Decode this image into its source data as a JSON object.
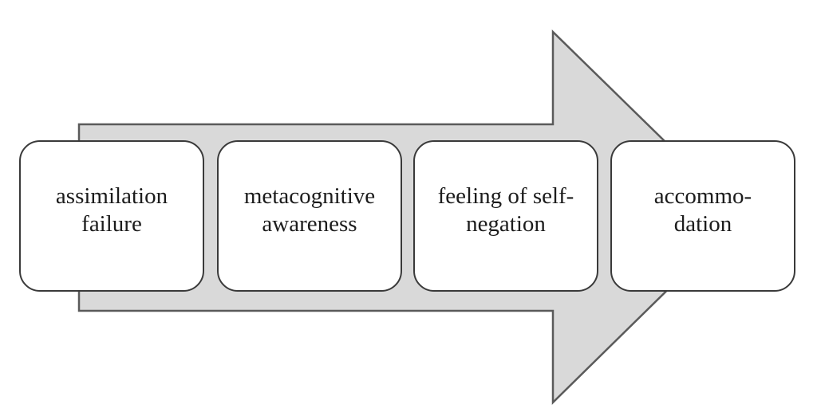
{
  "steps": [
    {
      "label": "assimilation\nfailure"
    },
    {
      "label": "metacognitive\nawareness"
    },
    {
      "label": "feeling of self-\nnegation"
    },
    {
      "label": "accommo-\ndation"
    }
  ],
  "colors": {
    "arrow_fill": "#d9d9d9",
    "arrow_stroke": "#5a5a5a",
    "box_fill": "#ffffff",
    "box_stroke": "#3a3a3a",
    "text": "#1c1c1c"
  }
}
